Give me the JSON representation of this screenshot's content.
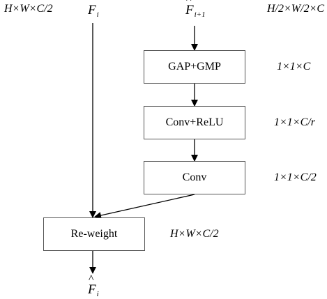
{
  "top_labels": {
    "left_dims": "H×W×C/2",
    "right_dims": "H/2×W/2×C"
  },
  "inputs": {
    "fi": {
      "base": "F",
      "sub": "i"
    },
    "fi1": {
      "base": "F",
      "sub": "i+1",
      "hat": "^"
    }
  },
  "boxes": {
    "gap_gmp": "GAP+GMP",
    "conv_relu": "Conv+ReLU",
    "conv": "Conv",
    "reweight": "Re-weight"
  },
  "dims": {
    "gap_gmp": "1×1×C",
    "conv_relu": "1×1×C/r",
    "conv": "1×1×C/2",
    "reweight": "H×W×C/2"
  },
  "output": {
    "base": "F",
    "sub": "i",
    "hat": "^"
  }
}
